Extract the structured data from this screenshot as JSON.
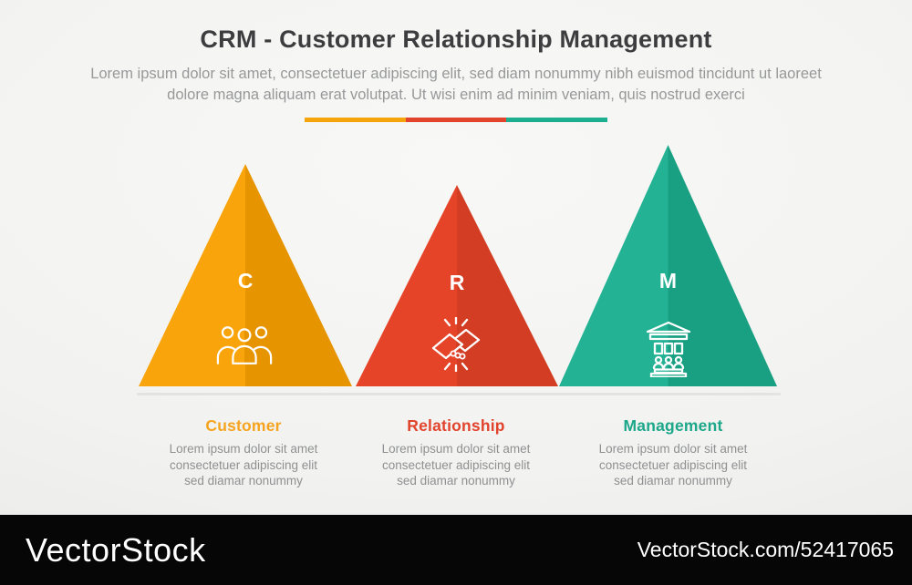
{
  "header": {
    "title": "CRM - Customer Relationship Management",
    "subtitle": "Lorem ipsum dolor sit amet, consectetuer adipiscing elit, sed diam nonummy nibh euismod tincidunt ut laoreet dolore magna aliquam erat volutpat. Ut wisi enim ad minim veniam, quis nostrud exerci",
    "divider_colors": [
      "#F6A40B",
      "#E2432C",
      "#1CAE8E"
    ]
  },
  "items": [
    {
      "letter": "C",
      "label": "Customer",
      "icon": "people-group-icon",
      "color_light": "#F9A40A",
      "color_dark": "#E69500",
      "label_color": "#F6A41F",
      "desc_lines": [
        "Lorem ipsum dolor sit amet",
        "consectetuer adipiscing elit",
        "sed diamar nonummy"
      ]
    },
    {
      "letter": "R",
      "label": "Relationship",
      "icon": "handshake-icon",
      "color_light": "#E64429",
      "color_dark": "#D33D24",
      "label_color": "#E2432C",
      "desc_lines": [
        "Lorem ipsum dolor sit amet",
        "consectetuer adipiscing elit",
        "sed diamar nonummy"
      ]
    },
    {
      "letter": "M",
      "label": "Management",
      "icon": "building-icon",
      "color_light": "#23B294",
      "color_dark": "#19A083",
      "label_color": "#1CA78A",
      "desc_lines": [
        "Lorem ipsum dolor sit amet",
        "consectetuer adipiscing elit",
        "sed diamar nonummy"
      ]
    }
  ],
  "watermark": {
    "brand": "VectorStock",
    "url": "VectorStock.com/52417065"
  }
}
